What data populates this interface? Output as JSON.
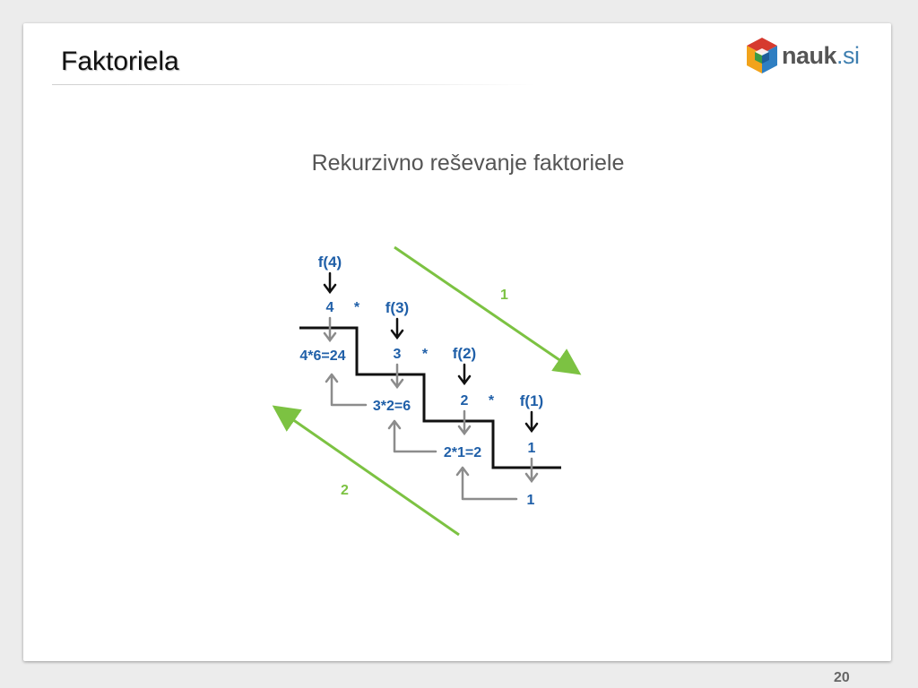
{
  "slide": {
    "title": "Faktoriela",
    "subtitle": "Rekurzivno reševanje faktoriele",
    "page_number": "20"
  },
  "logo": {
    "brand": "nauk",
    "suffix": ".si"
  },
  "diagram": {
    "calls": [
      "f(4)",
      "f(3)",
      "f(2)",
      "f(1)"
    ],
    "values": [
      "4",
      "3",
      "2",
      "1"
    ],
    "operators": [
      "*",
      "*",
      "*"
    ],
    "results": [
      "4*6=24",
      "3*2=6",
      "2*1=2"
    ],
    "base_result": "1",
    "phase_down_label": "1",
    "phase_up_label": "2",
    "colors": {
      "call": "#1f5fa8",
      "arrow_call": "#111111",
      "arrow_return": "#8c8c8c",
      "stairs": "#111111",
      "phase": "#7cc242"
    }
  }
}
